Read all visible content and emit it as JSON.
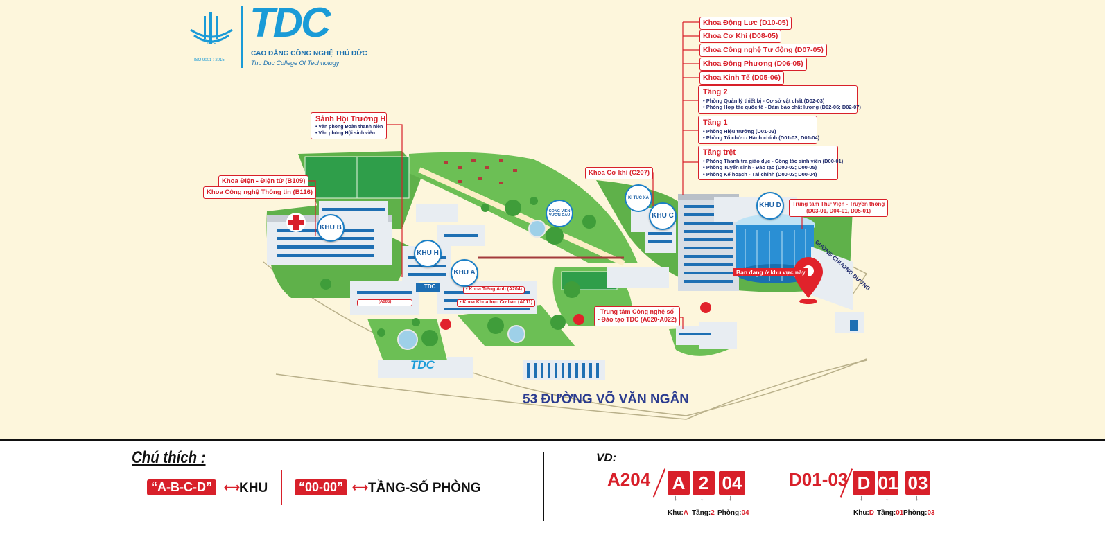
{
  "logo": {
    "brand": "TDC",
    "iso": "ISO 9001 : 2015",
    "name_vi": "CAO ĐẲNG CÔNG NGHỆ THỦ ĐỨC",
    "name_en": "Thu Duc College Of Technology"
  },
  "callouts_right": [
    "Khoa Động Lực (D10-05)",
    "Khoa Cơ Khí (D08-05)",
    "Khoa Công nghệ Tự động (D07-05)",
    "Khoa Đông Phương (D06-05)",
    "Khoa Kinh Tế (D05-06)"
  ],
  "floors": {
    "f2": {
      "title": "Tầng 2",
      "lines": [
        "• Phòng Quản lý thiết bị - Cơ sở vật chất (D02-03)",
        "• Phòng Hợp tác quốc tế - Đảm bảo chất lượng (D02-06; D02-07)"
      ]
    },
    "f1": {
      "title": "Tầng 1",
      "lines": [
        "• Phòng Hiệu trưởng (D01-02)",
        "• Phòng Tổ chức - Hành chính (D01-03; D01-04)"
      ]
    },
    "f0": {
      "title": "Tầng trệt",
      "lines": [
        "• Phòng Thanh tra giáo dục - Công tác sinh viên (D00-01)",
        "• Phòng Tuyển sinh - Đào tạo (D00-02; D00-05)",
        "• Phòng Kế hoạch - Tài chính (D00-03; D00-04)"
      ]
    }
  },
  "hall": {
    "title": "Sảnh Hội Trường H",
    "lines": [
      "• Văn phòng Đoàn thanh niên",
      "• Văn phòng Hội sinh viên"
    ]
  },
  "labels": {
    "dien": "Khoa Điện - Điện tử (B109)",
    "cntt": "Khoa Công nghệ Thông tin (B116)",
    "cokhi": "Khoa Cơ khí (C207)",
    "thuvien1": "Trung tâm Thư Viện - Truyền thông",
    "thuvien2": "(D03-01, D04-01, D05-01)",
    "tienganh": "• Khoa Tiếng Anh (A204)",
    "khcb": "• Khoa Khoa học Cơ bản (A011)",
    "a006": "(A006)",
    "cns1": "Trung tâm Công nghệ số",
    "cns2": "- Đào tạo TDC (A020-A022)",
    "here": "Bạn đang ở khu vực này",
    "road": "ĐƯỜNG CHƯƠNG DƯƠNG",
    "address": "53 ĐƯỜNG VÕ VĂN NGÂN",
    "gate_brand": "TDC",
    "gate_sign": "TDC"
  },
  "zones": {
    "b": "KHU B",
    "h": "KHU H",
    "a": "KHU A",
    "c": "KHU C",
    "d": "KHU D",
    "ktx": "KÍ TÚC XÁ",
    "park": "CÔNG VIÊN VƯỜN ĐẦU"
  },
  "legend": {
    "title": "Chú thích :",
    "chip1": "“A-B-C-D”",
    "text1": "KHU",
    "chip2": "“00-00”",
    "text2": "TẦNG-SỐ PHÒNG",
    "vd": "VD:",
    "ex1": {
      "code": "A204",
      "a": "A",
      "b": "2",
      "c": "04",
      "khu_label": "Khu:",
      "khu": "A",
      "tang_label": "Tầng:",
      "tang": "2",
      "phong_label": "Phòng:",
      "phong": "04"
    },
    "ex2": {
      "code": "D01-03",
      "a": "D",
      "b": "01",
      "c": "03",
      "khu_label": "Khu:",
      "khu": "D",
      "tang_label": "Tầng:",
      "tang": "01",
      "phong_label": "Phòng:",
      "phong": "03"
    }
  },
  "colors": {
    "accent": "#d8202a",
    "navy": "#1f2a6b",
    "grass": "#5fb14a",
    "bg": "#fdf6dc"
  }
}
